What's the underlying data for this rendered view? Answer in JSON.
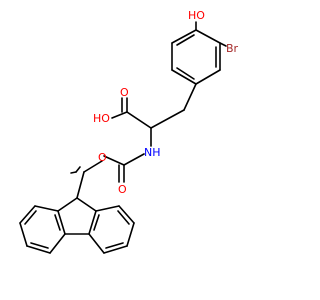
{
  "molecule": {
    "atoms": {
      "hydroxyl_top": "HO",
      "bromine": "Br",
      "carbonyl_acid_oxygen": "O",
      "acid_hydroxyl": "HO",
      "amine": "NH",
      "carbamate_carbonyl_oxygen": "O",
      "carbamate_ester_oxygen": "O"
    },
    "colors": {
      "bond": "#000000",
      "oxygen": "#ff0000",
      "nitrogen": "#0000ff",
      "bromine": "#a52a2a",
      "hydrogen_carbon": "#000000"
    }
  }
}
